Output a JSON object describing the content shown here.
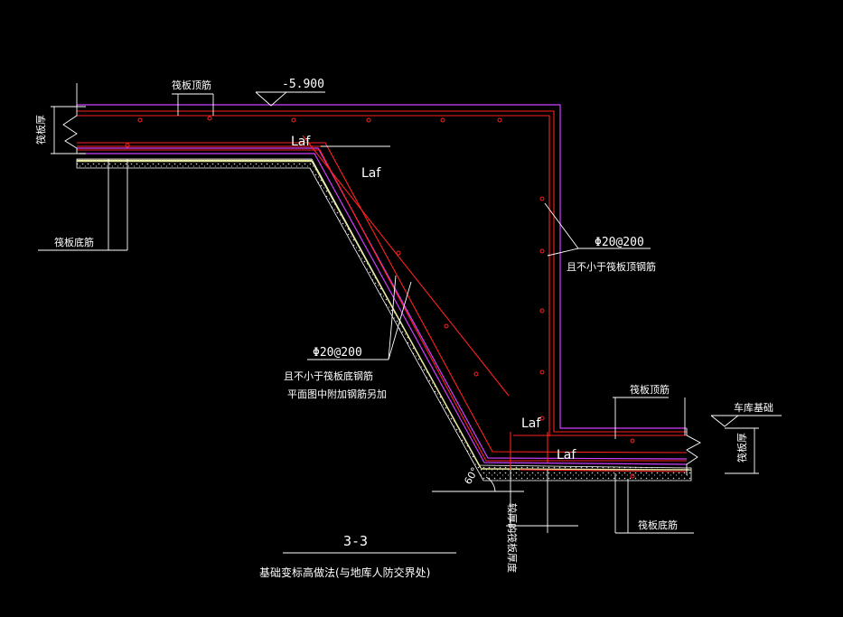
{
  "colors": {
    "background": "#000000",
    "rebar_red": "#ff2020",
    "outline_magenta": "#d040ff",
    "annotation_white": "#ffffff",
    "concrete_fill": "#e8e8c0"
  },
  "labels": {
    "raft_top_bar_left": "筏板顶筋",
    "elevation": "-5.900",
    "raft_thickness_left": "筏板厚",
    "raft_bottom_bar_left": "筏板底筋",
    "laf_1": "Laf",
    "laf_2": "Laf",
    "laf_3": "Laf",
    "laf_4": "Laf",
    "wall_bar_spec": "Φ20@200",
    "wall_bar_note": "且不小于筏板顶钢筋",
    "slope_bar_spec": "Φ20@200",
    "slope_bar_note_1": "且不小于筏板底钢筋",
    "slope_bar_note_2": "平面图中附加钢筋另加",
    "raft_top_bar_right": "筏板顶筋",
    "garage_foundation": "车库基础",
    "raft_thickness_right": "筏板厚",
    "angle": "60°",
    "thicker_raft": "较厚的筏板厚度",
    "raft_bottom_bar_right": "筏板底筋",
    "section_id": "3-3",
    "section_title": "基础变标高做法(与地库人防交界处)"
  }
}
